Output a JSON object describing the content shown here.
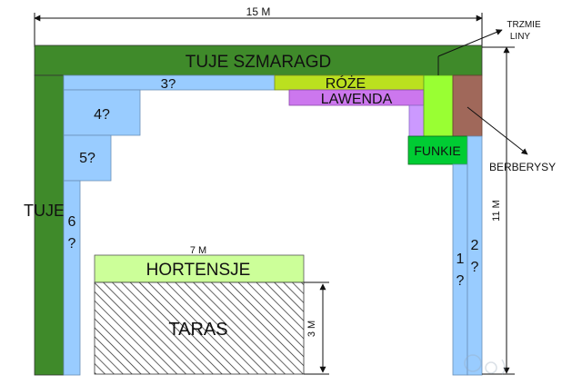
{
  "dimensions": {
    "width_label": "15 M",
    "height_label": "11 M",
    "terrace_width_label": "7 M",
    "terrace_height_label": "3 M"
  },
  "beds": {
    "tuje_szmaragd": "TUJE SZMARAGD",
    "tuje_left": "TUJE",
    "roze": "RÓŻE",
    "lawenda": "LAWENDA",
    "funkie": "FUNKIE",
    "hortensje": "HORTENSJE",
    "taras": "TARAS",
    "q3": "3?",
    "q4": "4?",
    "q5": "5?",
    "q6_a": "6",
    "q6_b": "?",
    "q1_a": "1",
    "q1_b": "?",
    "q2_a": "2",
    "q2_b": "?"
  },
  "callouts": {
    "trzmieliny_a": "TRZMIE",
    "trzmieliny_b": "LINY",
    "berberysy": "BERBERYSY"
  },
  "colors": {
    "dark_green": "#3f8a2a",
    "light_blue": "#99ccff",
    "yellow_green": "#bbe01f",
    "violet": "#cc77ee",
    "light_violet": "#cc99ff",
    "bright_green": "#99ff33",
    "brown": "#a0685a",
    "funkie_green": "#00cc33",
    "hortensje_green": "#ccff99"
  }
}
